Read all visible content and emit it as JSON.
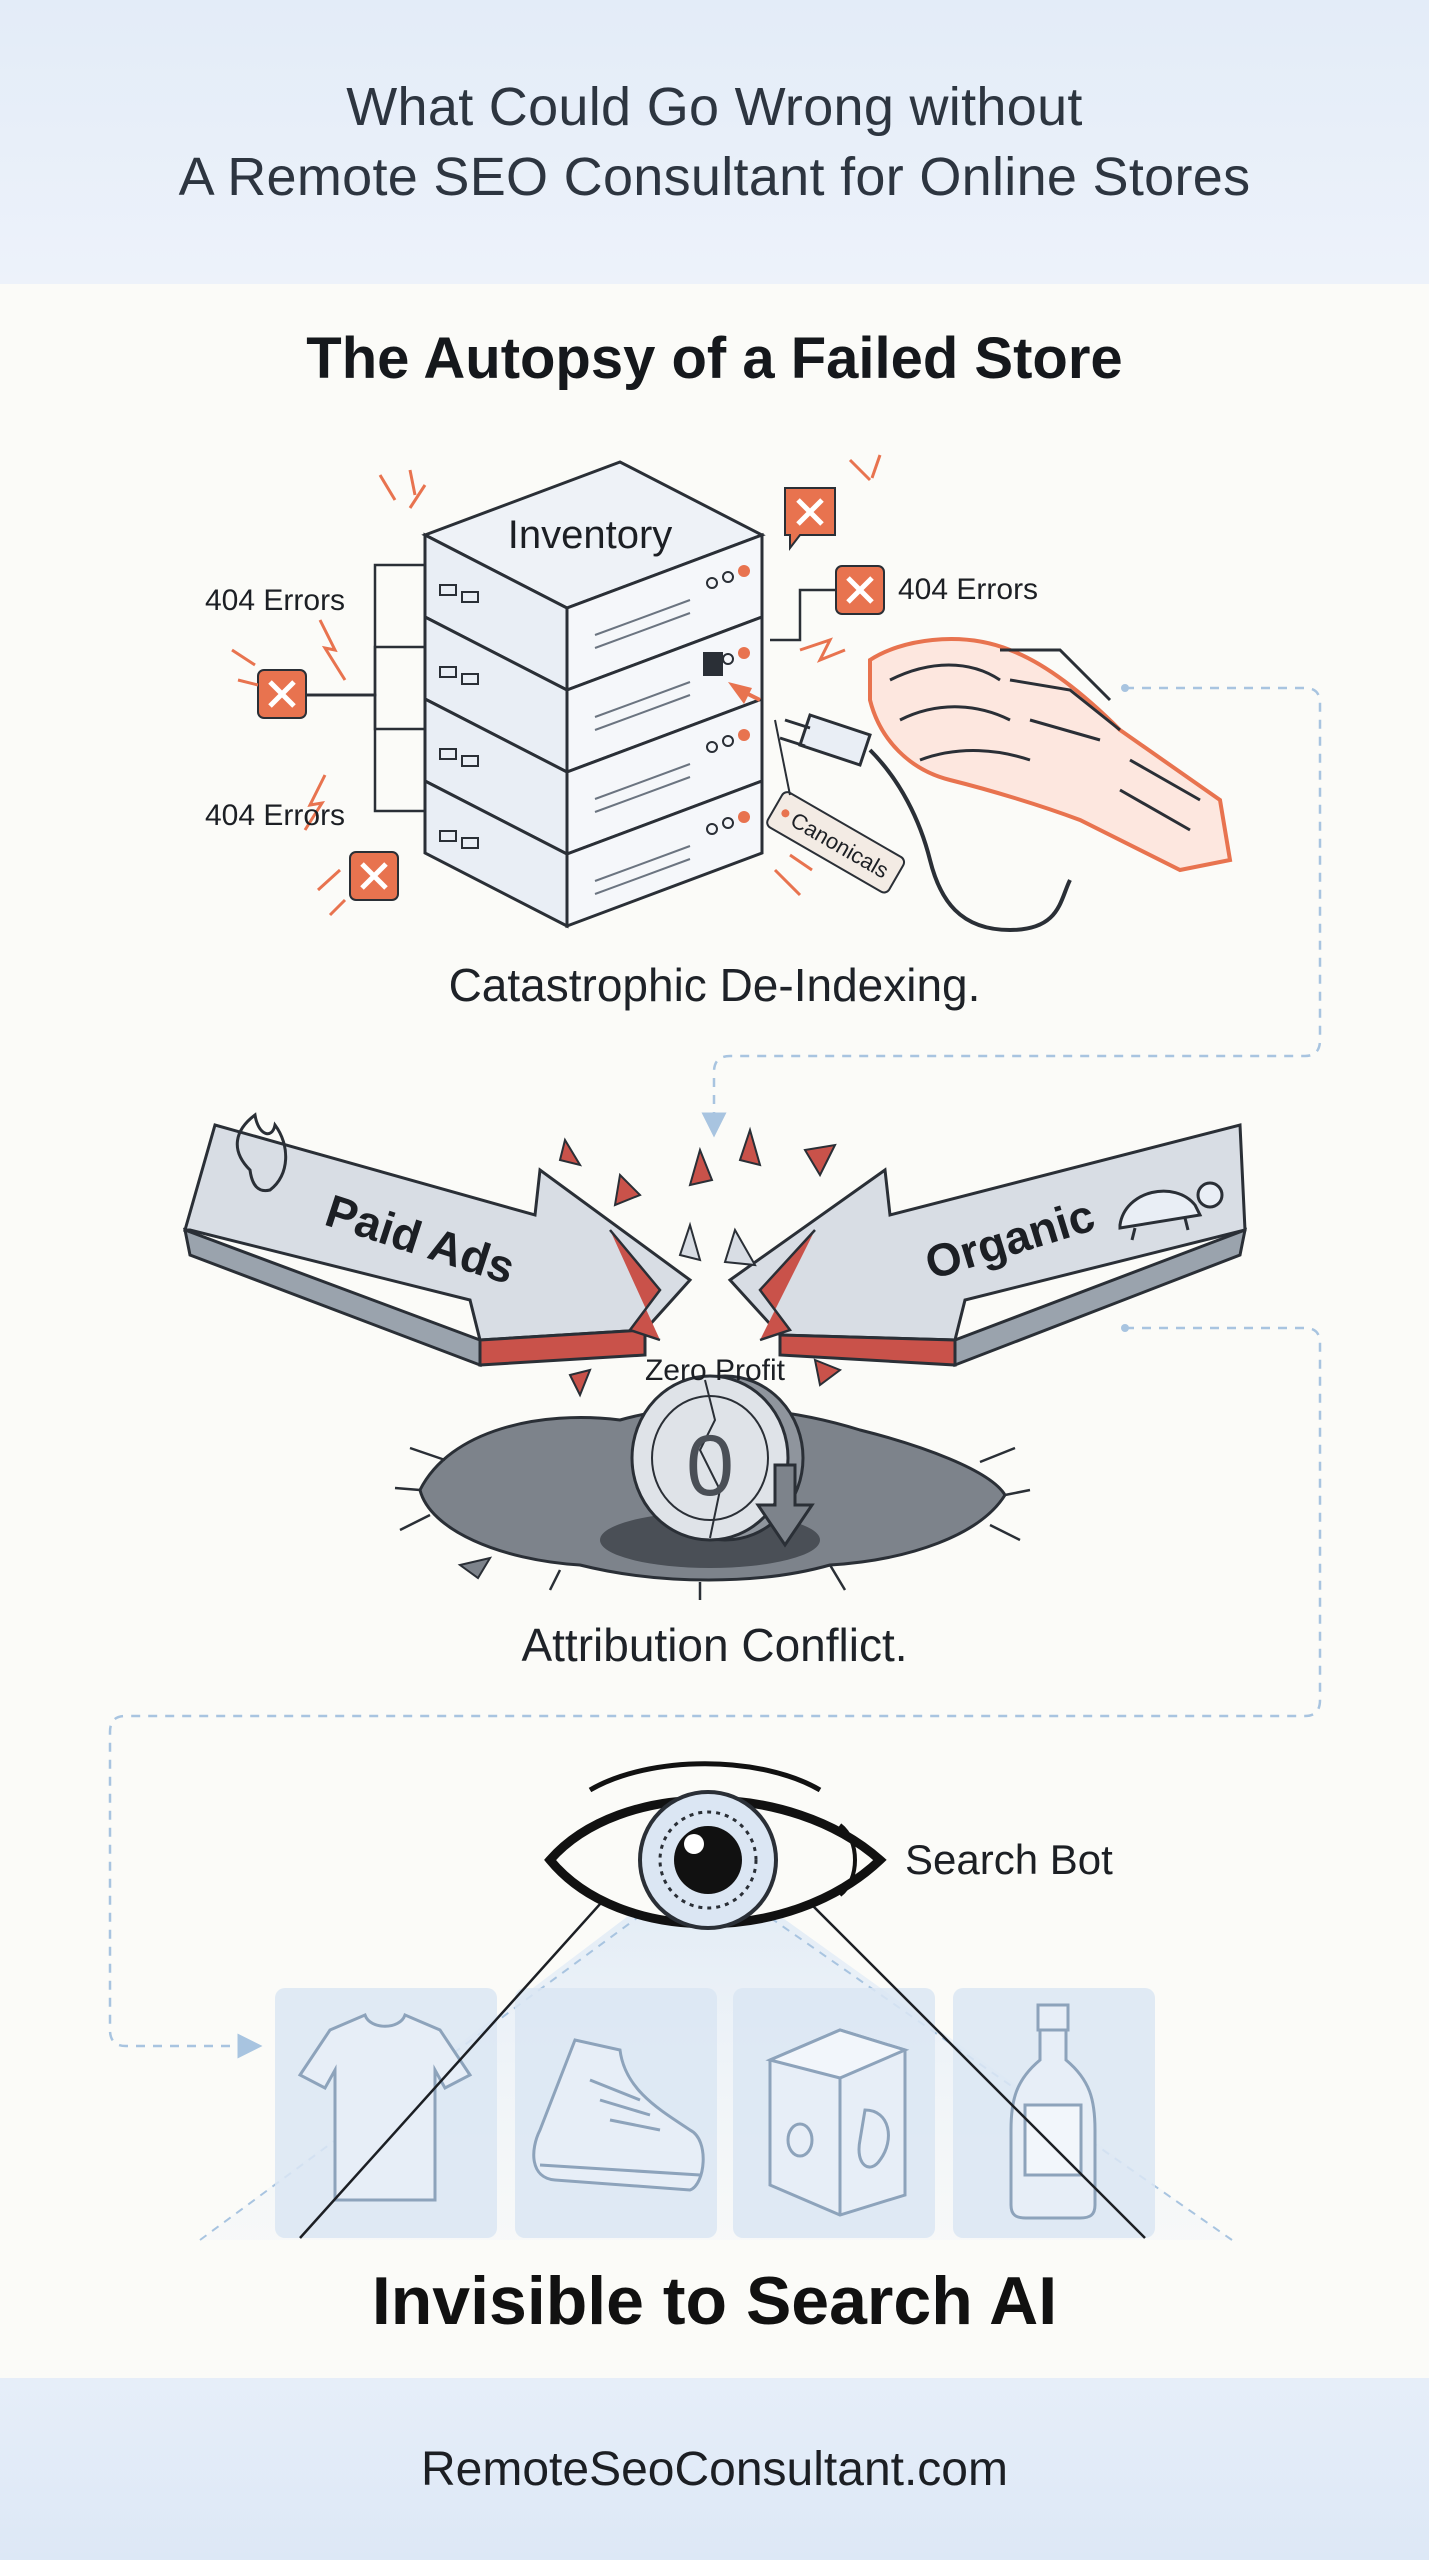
{
  "header": {
    "title_line1": "What Could Go Wrong without",
    "title_line2": "A Remote SEO Consultant for Online Stores"
  },
  "section_title": "The Autopsy of a Failed Store",
  "server": {
    "label": "Inventory",
    "error_label_left_top": "404 Errors",
    "error_label_left_bottom": "404 Errors",
    "error_label_right": "404 Errors",
    "tag_label": "Canonicals"
  },
  "caption1": "Catastrophic De-Indexing.",
  "collision": {
    "left_arrow_label": "Paid Ads",
    "right_arrow_label": "Organic",
    "coin_label": "Zero Profit",
    "coin_value": "0"
  },
  "caption2": "Attribution Conflict.",
  "eye": {
    "label": "Search Bot"
  },
  "products": [
    "t-shirt-icon",
    "sneaker-icon",
    "box-icon",
    "bottle-icon"
  ],
  "big_title": "Invisible to Search AI",
  "footer": {
    "url": "RemoteSeoConsultant.com"
  },
  "colors": {
    "accent_orange": "#e8734f",
    "crack_red": "#c9524a",
    "header_bg": "#e3ecf8",
    "dashed_blue": "#a8c4e0"
  }
}
